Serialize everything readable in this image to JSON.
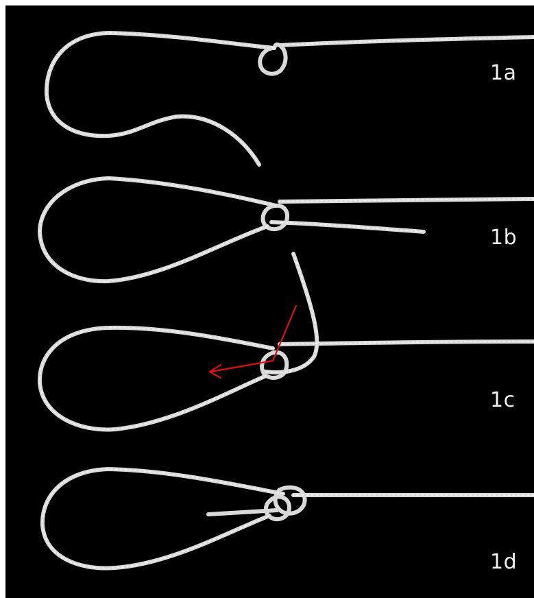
{
  "steps": [
    {
      "id": "1a",
      "label": "1a"
    },
    {
      "id": "1b",
      "label": "1b"
    },
    {
      "id": "1c",
      "label": "1c"
    },
    {
      "id": "1d",
      "label": "1d"
    }
  ],
  "colors": {
    "background": "#000000",
    "rope": "#d9d9d9",
    "arrow": "#e01010",
    "label": "#f2f2f2"
  }
}
